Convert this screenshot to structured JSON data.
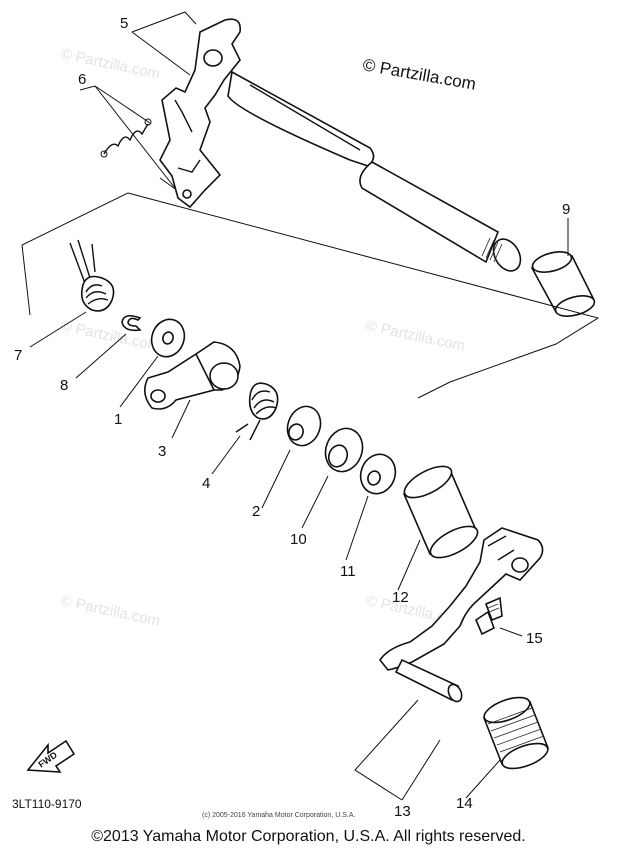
{
  "watermark": "© Partzilla.com",
  "top_copyright": "© Partzilla.com",
  "callouts": {
    "c1": "1",
    "c2": "2",
    "c3": "3",
    "c4": "4",
    "c5": "5",
    "c6": "6",
    "c7": "7",
    "c8": "8",
    "c9": "9",
    "c10": "10",
    "c11": "11",
    "c12": "12",
    "c13": "13",
    "c14": "14",
    "c15": "15"
  },
  "fwd_label": "FWD",
  "diagram_code": "3LT110-9170",
  "small_copyright": "(c) 2005-2016 Yamaha Motor Corporation, U.S.A.",
  "footer": "©2013 Yamaha Motor Corporation, U.S.A. All rights reserved."
}
